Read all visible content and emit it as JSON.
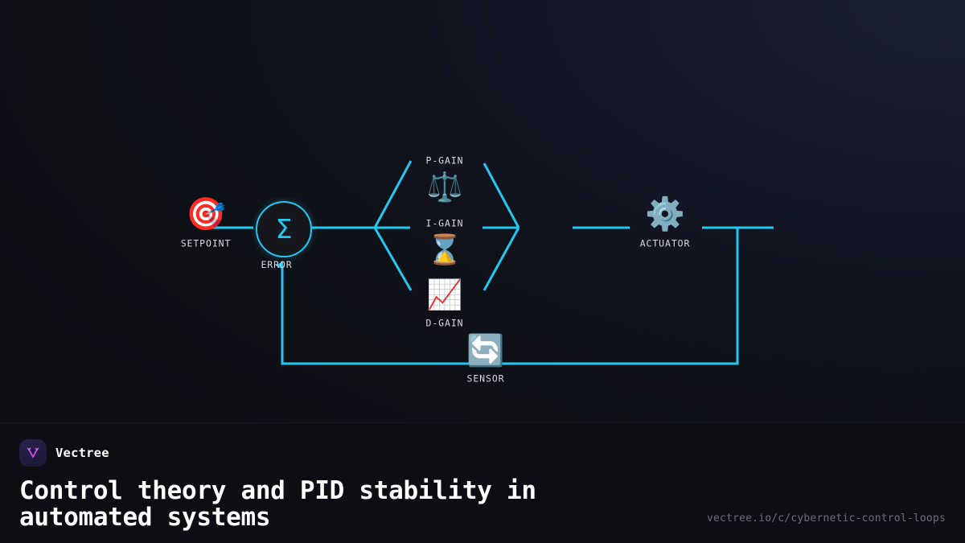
{
  "background": {
    "base_color": "#0f1118",
    "accent_color": "#22c8f0"
  },
  "diagram": {
    "title": "PID control loop block diagram",
    "nodes": [
      {
        "id": "setpoint",
        "label": "SETPOINT",
        "icon": "target-icon",
        "glyph": "🎯"
      },
      {
        "id": "error",
        "label": "ERROR",
        "icon": "summing-junction-icon",
        "glyph": "Σ"
      },
      {
        "id": "pgain",
        "label": "P-GAIN",
        "icon": "balance-scale-icon",
        "glyph": "⚖️"
      },
      {
        "id": "igain",
        "label": "I-GAIN",
        "icon": "hourglass-icon",
        "glyph": "⌛"
      },
      {
        "id": "dgain",
        "label": "D-GAIN",
        "icon": "chart-increasing-icon",
        "glyph": "📈"
      },
      {
        "id": "actuator",
        "label": "ACTUATOR",
        "icon": "gear-icon",
        "glyph": "⚙️"
      },
      {
        "id": "sensor",
        "label": "SENSOR",
        "icon": "feedback-loop-icon",
        "glyph": "🔄"
      }
    ]
  },
  "footer": {
    "brand_name": "Vectree",
    "logo_icon": "vectree-logo-icon",
    "headline": "Control theory and PID stability in automated systems",
    "url": "vectree.io/c/cybernetic-control-loops"
  }
}
